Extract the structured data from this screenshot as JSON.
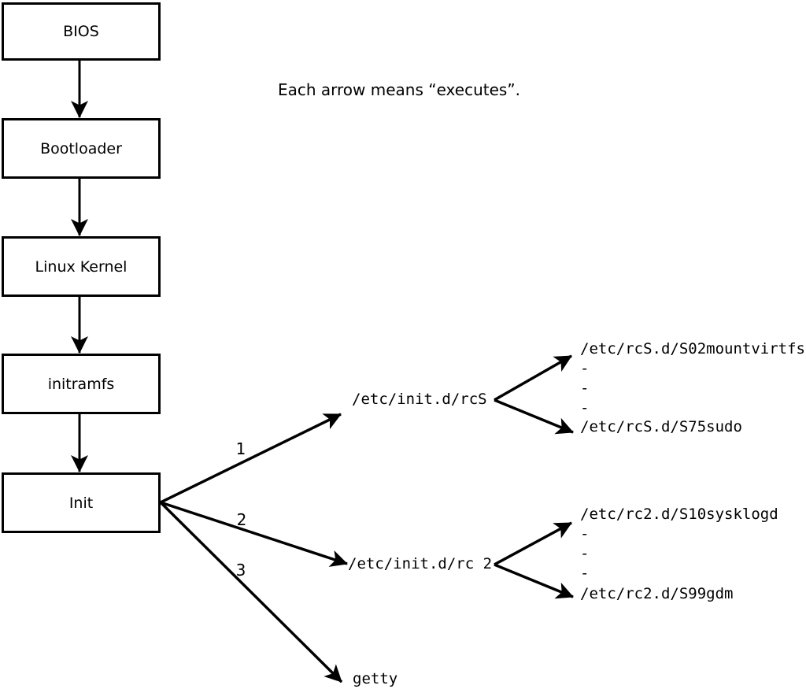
{
  "note": "Each arrow means “executes”.",
  "chain": [
    {
      "label": "BIOS"
    },
    {
      "label": "Bootloader"
    },
    {
      "label": "Linux Kernel"
    },
    {
      "label": "initramfs"
    },
    {
      "label": "Init"
    }
  ],
  "branches": [
    {
      "order": "1",
      "target": "/etc/init.d/rcS",
      "children": [
        "/etc/rcS.d/S02mountvirtfs",
        "-",
        "-",
        "-",
        "/etc/rcS.d/S75sudo"
      ]
    },
    {
      "order": "2",
      "target": "/etc/init.d/rc 2",
      "children": [
        "/etc/rc2.d/S10sysklogd",
        "-",
        "-",
        "-",
        "/etc/rc2.d/S99gdm"
      ]
    },
    {
      "order": "3",
      "target": "getty",
      "children": []
    }
  ],
  "colors": {
    "ink": "#000000",
    "background": "#ffffff"
  }
}
